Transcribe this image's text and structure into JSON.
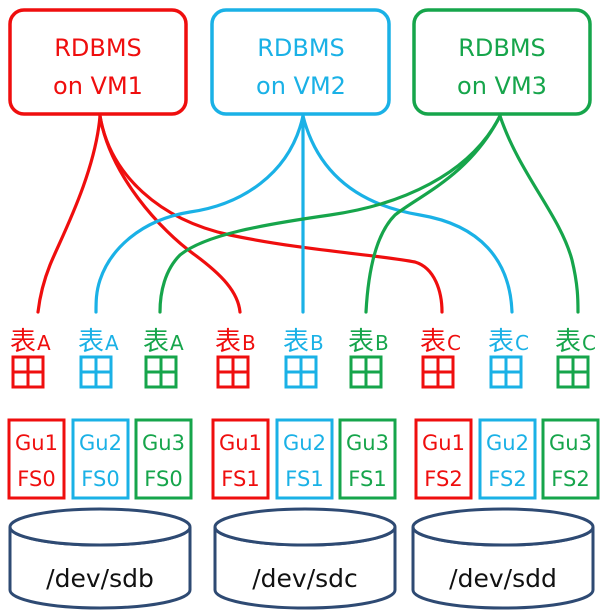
{
  "colors": {
    "red": "#ef0e0e",
    "blue": "#1ab1e6",
    "green": "#16a54b",
    "disk": "#2e4a73"
  },
  "vms": [
    {
      "line1": "RDBMS",
      "line2": "on VM1",
      "color": "red"
    },
    {
      "line1": "RDBMS",
      "line2": "on VM2",
      "color": "blue"
    },
    {
      "line1": "RDBMS",
      "line2": "on VM3",
      "color": "green"
    }
  ],
  "tables": [
    {
      "kanji": "表",
      "letter": "A",
      "color": "red"
    },
    {
      "kanji": "表",
      "letter": "A",
      "color": "blue"
    },
    {
      "kanji": "表",
      "letter": "A",
      "color": "green"
    },
    {
      "kanji": "表",
      "letter": "B",
      "color": "red"
    },
    {
      "kanji": "表",
      "letter": "B",
      "color": "blue"
    },
    {
      "kanji": "表",
      "letter": "B",
      "color": "green"
    },
    {
      "kanji": "表",
      "letter": "C",
      "color": "red"
    },
    {
      "kanji": "表",
      "letter": "C",
      "color": "blue"
    },
    {
      "kanji": "表",
      "letter": "C",
      "color": "green"
    }
  ],
  "filesystems": [
    {
      "gu": "Gu1",
      "fs": "FS0",
      "color": "red"
    },
    {
      "gu": "Gu2",
      "fs": "FS0",
      "color": "blue"
    },
    {
      "gu": "Gu3",
      "fs": "FS0",
      "color": "green"
    },
    {
      "gu": "Gu1",
      "fs": "FS1",
      "color": "red"
    },
    {
      "gu": "Gu2",
      "fs": "FS1",
      "color": "blue"
    },
    {
      "gu": "Gu3",
      "fs": "FS1",
      "color": "green"
    },
    {
      "gu": "Gu1",
      "fs": "FS2",
      "color": "red"
    },
    {
      "gu": "Gu2",
      "fs": "FS2",
      "color": "blue"
    },
    {
      "gu": "Gu3",
      "fs": "FS2",
      "color": "green"
    }
  ],
  "disks": [
    {
      "label": "/dev/sdb"
    },
    {
      "label": "/dev/sdc"
    },
    {
      "label": "/dev/sdd"
    }
  ]
}
